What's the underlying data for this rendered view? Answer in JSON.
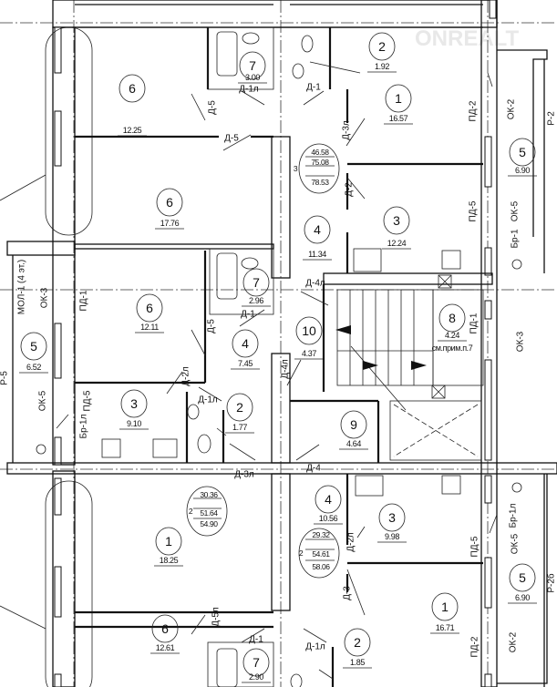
{
  "watermark": "ONREALT",
  "apartments": [
    {
      "rooms_count": "3",
      "living_area": "46.58",
      "total_area": "75.08",
      "total_with_balcony": "78.53"
    },
    {
      "rooms_count": "2",
      "living_area": "30.36",
      "total_area": "51.64",
      "total_with_balcony": "54.90"
    },
    {
      "rooms_count": "2",
      "living_area": "29.32",
      "total_area": "54.61",
      "total_with_balcony": "58.06"
    }
  ],
  "rooms": [
    {
      "num": "6",
      "area": "12.25"
    },
    {
      "num": "7",
      "area": "3.00"
    },
    {
      "num": "2",
      "area": "1.92"
    },
    {
      "num": "1",
      "area": "16.57"
    },
    {
      "num": "6",
      "area": "17.76"
    },
    {
      "num": "5",
      "area": "6.90"
    },
    {
      "num": "4",
      "area": "11.34"
    },
    {
      "num": "3",
      "area": "12.24"
    },
    {
      "num": "7",
      "area": "2.96"
    },
    {
      "num": "6",
      "area": "12.11"
    },
    {
      "num": "5",
      "area": "6.52"
    },
    {
      "num": "4",
      "area": "7.45"
    },
    {
      "num": "10",
      "area": "4.37"
    },
    {
      "num": "8",
      "area": "4.24",
      "note": "см.прим.п.7"
    },
    {
      "num": "3",
      "area": "9.10"
    },
    {
      "num": "2",
      "area": "1.77"
    },
    {
      "num": "9",
      "area": "4.64"
    },
    {
      "num": "1",
      "area": "18.25"
    },
    {
      "num": "4",
      "area": "10.56"
    },
    {
      "num": "3",
      "area": "9.98"
    },
    {
      "num": "5",
      "area": "6.90"
    },
    {
      "num": "1",
      "area": "16.71"
    },
    {
      "num": "6",
      "area": "12.61"
    },
    {
      "num": "7",
      "area": "2.90"
    },
    {
      "num": "2",
      "area": "1.85"
    }
  ],
  "labels": [
    "Д-5",
    "Д-5",
    "Д-1л",
    "Д-1",
    "Д-3л",
    "Д-2",
    "ПД-2",
    "ОК-2",
    "Р-2",
    "ПД-5",
    "ОК-5",
    "Бр-1",
    "Д-4л",
    "Д-1",
    "Д-5",
    "Д-2л",
    "Д-1л",
    "МОЛ-1 (4 эт.)",
    "ОК-3",
    "ПД-1",
    "Р-5",
    "ОК-5",
    "ПД-5",
    "Бр-1л",
    "Д-4л",
    "ПД-1",
    "ОК-3",
    "Д-3л",
    "Д-4",
    "Д-2л",
    "Д-3",
    "ПД-5",
    "ОК-5",
    "Бр-1л",
    "Р-2б",
    "ПД-2",
    "ОК-2",
    "Д-5л",
    "Д-1",
    "Д-1л"
  ]
}
